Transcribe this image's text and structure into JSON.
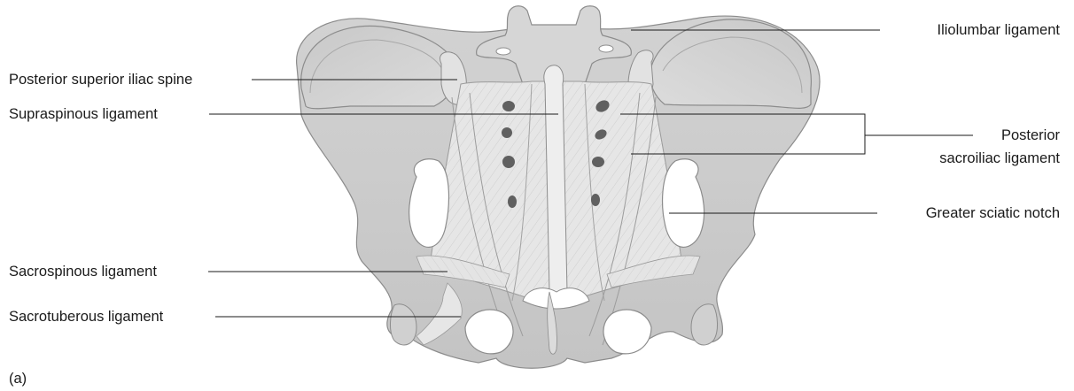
{
  "figure": {
    "panel_label": "(a)",
    "labels": {
      "posterior_superior_iliac_spine": "Posterior superior iliac spine",
      "supraspinous_ligament": "Supraspinous ligament",
      "sacrospinous_ligament": "Sacrospinous ligament",
      "sacrotuberous_ligament": "Sacrotuberous ligament",
      "iliolumbar_ligament": "Iliolumbar ligament",
      "posterior_sacroiliac_ligament_line1": "Posterior",
      "posterior_sacroiliac_ligament_line2": "sacroiliac ligament",
      "greater_sciatic_notch": "Greater sciatic notch"
    }
  },
  "colors": {
    "bone": "#d9d9d9",
    "bone_shadow": "#b3b3b3",
    "ligament": "#e8e8e8",
    "foramen": "#606060",
    "outline": "#8c8c8c",
    "leader": "#1a1a1a"
  }
}
